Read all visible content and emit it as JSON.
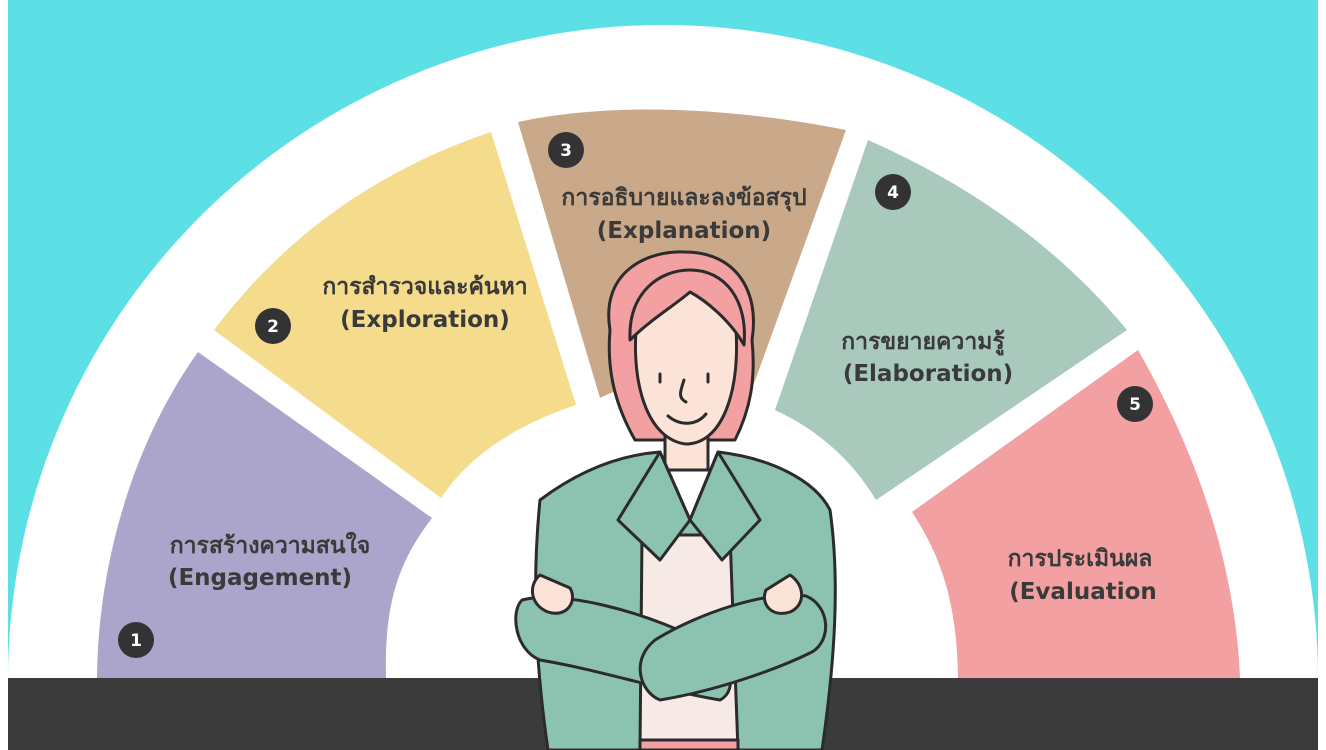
{
  "colors": {
    "background": "#5ce0e6",
    "arc": "#ffffff",
    "floor": "#3b3b3b",
    "badge": "#333333",
    "segment_1": "#aba5cc",
    "segment_2": "#f5dc8c",
    "segment_3": "#c9a98a",
    "segment_4": "#a9c9bd",
    "segment_5": "#f2a0a1"
  },
  "segments": [
    {
      "number": "1",
      "thai": "การสร้างความสนใจ",
      "english": "(Engagement)"
    },
    {
      "number": "2",
      "thai": "การสำรวจและค้นหา",
      "english": "(Exploration)"
    },
    {
      "number": "3",
      "thai": "การอธิบายและลงข้อสรุป",
      "english": "(Explanation)"
    },
    {
      "number": "4",
      "thai": "การขยายความรู้",
      "english": "(Elaboration)"
    },
    {
      "number": "5",
      "thai": "การประเมินผล",
      "english": "(Evaluation"
    }
  ],
  "illustration": {
    "subject": "woman-with-crossed-arms"
  }
}
